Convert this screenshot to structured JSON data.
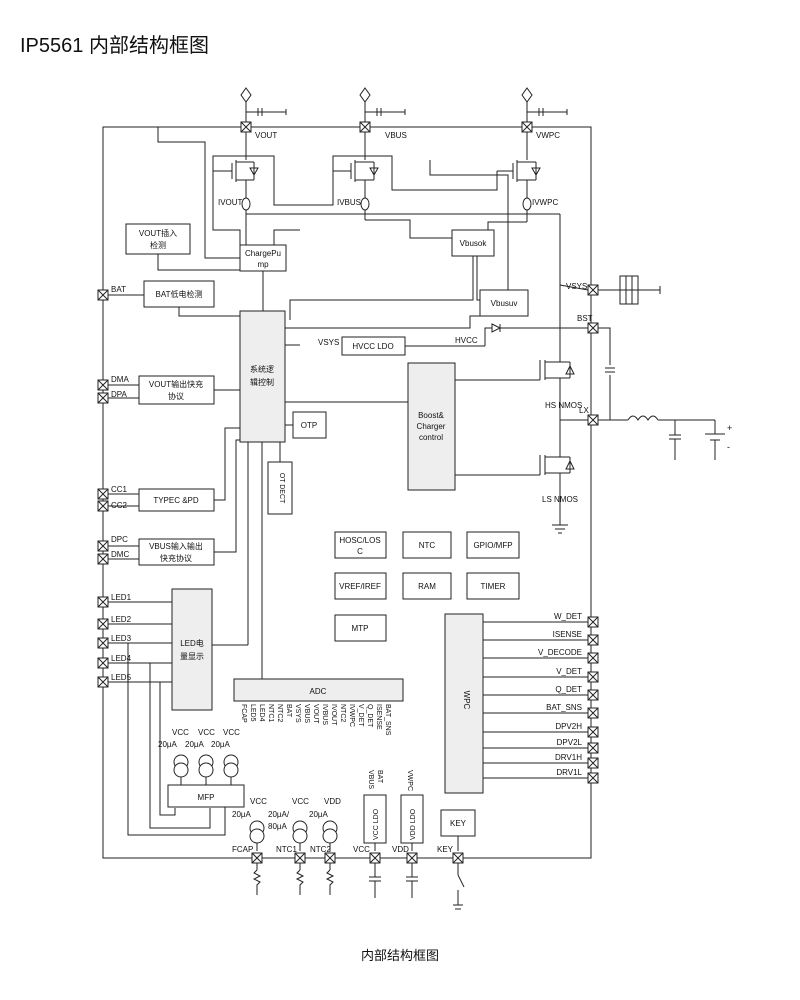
{
  "page_title": "IP5561 内部结构框图",
  "caption": "内部结构框图",
  "top_pins": [
    "VOUT",
    "VBUS",
    "VWPC"
  ],
  "sense_labels": [
    "IVOUT",
    "IVBUS",
    "IVWPC"
  ],
  "left_pins": [
    "BAT",
    "DMA",
    "DPA",
    "CC1",
    "CC2",
    "DPC",
    "DMC",
    "LED1",
    "LED2",
    "LED3",
    "LED4",
    "LED5"
  ],
  "right_top_pins": [
    "VSYS",
    "BST",
    "LX"
  ],
  "right_pins": [
    "W_DET",
    "ISENSE",
    "V_DECODE",
    "V_DET",
    "Q_DET",
    "BAT_SNS",
    "DPV2H",
    "DPV2L",
    "DRV1H",
    "DRV1L"
  ],
  "bottom_pins": [
    "FCAP",
    "NTC1",
    "NTC2",
    "VCC",
    "VDD",
    "KEY"
  ],
  "blocks": {
    "vout_detect": [
      "VOUT插入",
      "检测"
    ],
    "chargepump": [
      "ChargePu",
      "mp"
    ],
    "vbusok": "Vbusok",
    "vbusuv": "Vbusuv",
    "bat_low": "BAT低电检测",
    "system_logic": [
      "系统逻",
      "辑控制"
    ],
    "vout_fast": [
      "VOUT输出快充",
      "协议"
    ],
    "otp": "OTP",
    "ot_dect": "OT DECT",
    "typec_pd": "TYPEC &PD",
    "vbus_fast": [
      "VBUS输入输出",
      "快充协议"
    ],
    "hvcc_ldo": "HVCC LDO",
    "boost": [
      "Boost&",
      "Charger",
      "control"
    ],
    "hosc": [
      "HOSC/LOS",
      "C"
    ],
    "ntc": "NTC",
    "gpio": "GPIO/MFP",
    "vref": "VREF/IREF",
    "ram": "RAM",
    "timer": "TIMER",
    "mtp": "MTP",
    "led_disp": [
      "LED电",
      "量显示"
    ],
    "adc": "ADC",
    "wpc": "WPC",
    "mfp": "MFP",
    "vcc_ldo": "VCC LDO",
    "vdd_ldo": "VDD LDO",
    "key": "KEY"
  },
  "adc_inputs": [
    "FCAP",
    "LED5",
    "LED4",
    "NTC1",
    "NTC2",
    "BAT",
    "VSYS",
    "VBUS",
    "VOUT",
    "IVBUS",
    "IVOUT",
    "NTC2",
    "IVWPC",
    "V_DET",
    "Q_DET",
    "ISENSE",
    "BAT_SNS"
  ],
  "ldo_inputs": {
    "vcc": [
      "VBUS",
      "BAT"
    ],
    "vdd": "VWPC"
  },
  "labels": {
    "vsys": "VSYS",
    "hvcc": "HVCC",
    "hs_nmos": "HS NMOS",
    "ls_nmos": "LS NMOS",
    "vcc": "VCC",
    "vdd": "VDD",
    "src_20ua": "20μA",
    "src_ntc1": [
      "20μA/",
      "80μA"
    ],
    "plus": "+",
    "minus": "-"
  }
}
